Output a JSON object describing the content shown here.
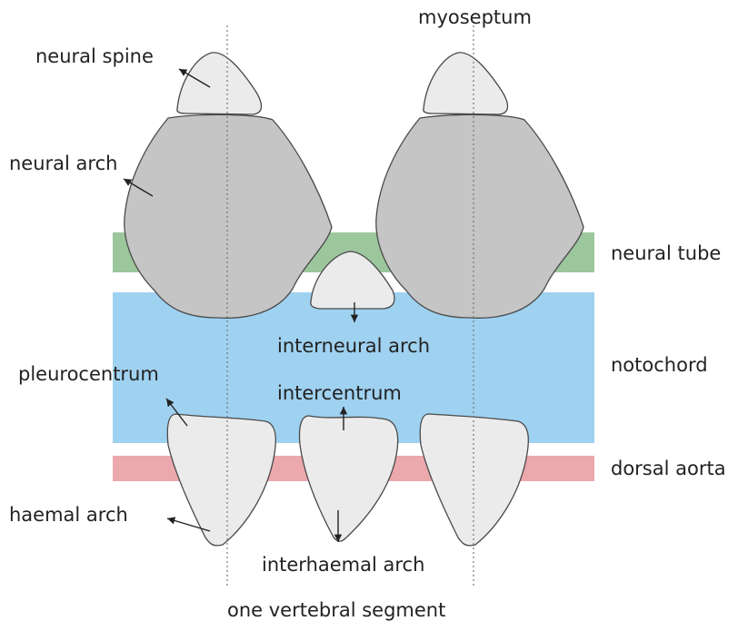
{
  "labels": {
    "myoseptum": "myoseptum",
    "neural_spine": "neural spine",
    "neural_arch": "neural arch",
    "neural_tube": "neural tube",
    "interneural_arch": "interneural arch",
    "notochord": "notochord",
    "pleurocentrum": "pleurocentrum",
    "intercentrum": "intercentrum",
    "dorsal_aorta": "dorsal aorta",
    "haemal_arch": "haemal arch",
    "interhaemal_arch": "interhaemal arch",
    "segment": "one vertebral segment"
  },
  "colors": {
    "neural_tube": "#9cc79d",
    "notochord": "#9fd1f0",
    "dorsal_aorta": "#eba8ad",
    "neural_arch_fill": "#c5c5c5",
    "small_bone_fill": "#ebebeb",
    "outline": "#4a4a4a"
  }
}
